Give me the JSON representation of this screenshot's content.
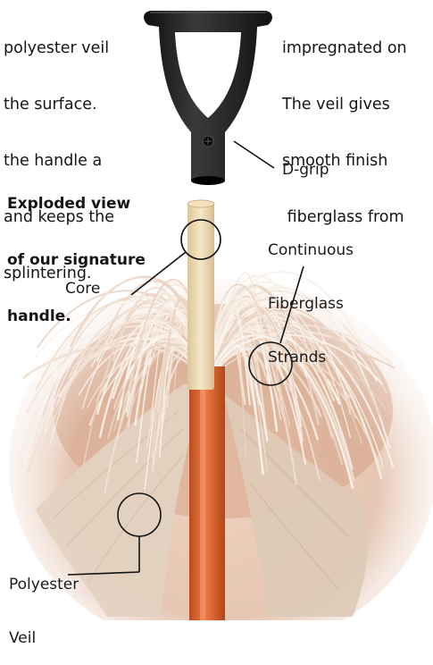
{
  "left_paragraph": {
    "lines": [
      "polyester veil",
      "the surface.",
      "the handle a",
      "and keeps the",
      "splintering."
    ]
  },
  "right_paragraph": {
    "lines": [
      "impregnated on",
      "The veil gives",
      "smooth finish",
      " fiberglass from"
    ]
  },
  "caption": {
    "lines": [
      "Exploded view",
      "of our signature",
      "handle."
    ]
  },
  "callouts": {
    "d_grip": "D-grip",
    "core": "Core",
    "strands": [
      "Continuous",
      "Fiberglass",
      "Strands"
    ],
    "veil": [
      "Polyester",
      "Veil"
    ]
  },
  "colors": {
    "handle_orange": "#d9602c",
    "core_wood": "#ecd9b0",
    "grip_black": "#1b1b1b",
    "fiber_light": "#f5ece4",
    "veil_beige": "#d9c6b2"
  },
  "icons": [
    "d-grip-handle",
    "fiberglass-core",
    "fiberglass-strands",
    "polyester-veil"
  ]
}
